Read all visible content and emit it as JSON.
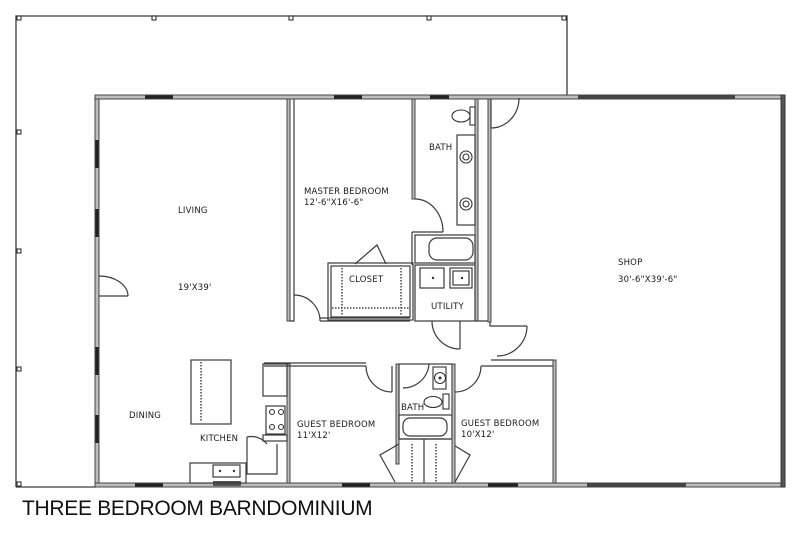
{
  "title": "THREE BEDROOM BARNDOMINIUM",
  "rooms": {
    "living": {
      "name": "LIVING",
      "size": "19'X39'"
    },
    "master_bedroom": {
      "name": "MASTER BEDROOM",
      "size": "12'-6\"X16'-6\""
    },
    "master_bath": {
      "name": "BATH"
    },
    "closet": {
      "name": "CLOSET"
    },
    "utility": {
      "name": "UTILITY"
    },
    "shop": {
      "name": "SHOP",
      "size": "30'-6\"X39'-6\""
    },
    "dining": {
      "name": "DINING"
    },
    "kitchen": {
      "name": "KITCHEN"
    },
    "guest_bedroom_1": {
      "name": "GUEST BEDROOM",
      "size": "11'X12'"
    },
    "guest_bath": {
      "name": "BATH"
    },
    "guest_bedroom_2": {
      "name": "GUEST BEDROOM",
      "size": "10'X12'"
    }
  },
  "colors": {
    "wall": "#3a3a3a",
    "background": "#ffffff",
    "text": "#111111"
  }
}
